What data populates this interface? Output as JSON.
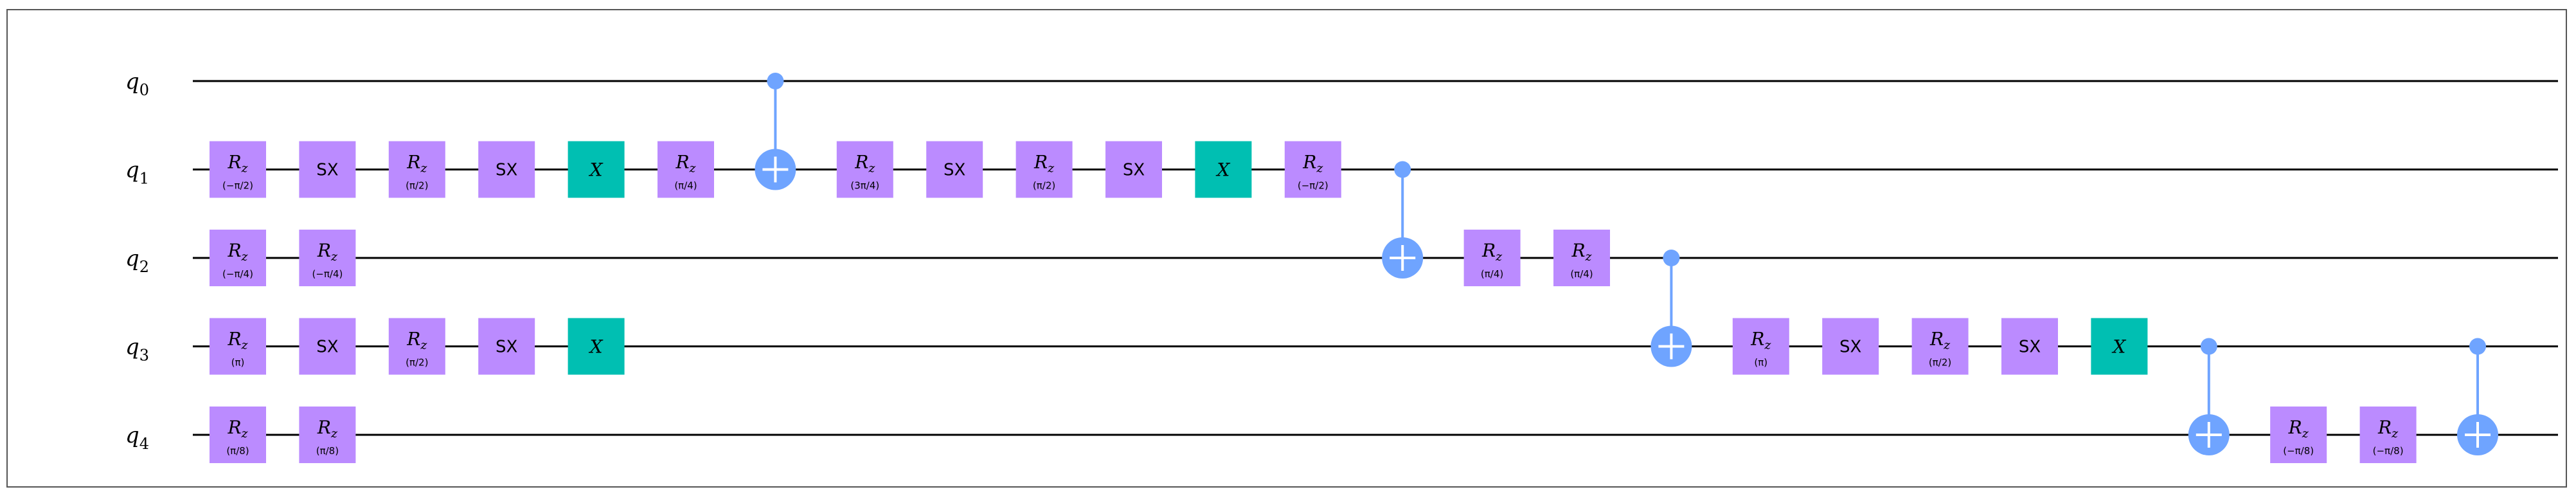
{
  "colors": {
    "rz": "#bb8bff",
    "sx": "#bb8bff",
    "x": "#00bfb2",
    "control": "#6fa4ff",
    "wire": "#000000"
  },
  "qubits": [
    {
      "name": "q",
      "index": "0"
    },
    {
      "name": "q",
      "index": "1"
    },
    {
      "name": "q",
      "index": "2"
    },
    {
      "name": "q",
      "index": "3"
    },
    {
      "name": "q",
      "index": "4"
    }
  ],
  "gates": [
    {
      "type": "rz",
      "qubit": 1,
      "col": 0,
      "label": "R",
      "sub": "z",
      "param": "(−π/2)"
    },
    {
      "type": "sx",
      "qubit": 1,
      "col": 1,
      "label": "SX"
    },
    {
      "type": "rz",
      "qubit": 1,
      "col": 2,
      "label": "R",
      "sub": "z",
      "param": "(π/2)"
    },
    {
      "type": "sx",
      "qubit": 1,
      "col": 3,
      "label": "SX"
    },
    {
      "type": "x",
      "qubit": 1,
      "col": 4,
      "label": "X"
    },
    {
      "type": "rz",
      "qubit": 1,
      "col": 5,
      "label": "R",
      "sub": "z",
      "param": "(π/4)"
    },
    {
      "type": "cx",
      "control": 0,
      "target": 1,
      "col": 6
    },
    {
      "type": "rz",
      "qubit": 1,
      "col": 7,
      "label": "R",
      "sub": "z",
      "param": "(3π/4)"
    },
    {
      "type": "sx",
      "qubit": 1,
      "col": 8,
      "label": "SX"
    },
    {
      "type": "rz",
      "qubit": 1,
      "col": 9,
      "label": "R",
      "sub": "z",
      "param": "(π/2)"
    },
    {
      "type": "sx",
      "qubit": 1,
      "col": 10,
      "label": "SX"
    },
    {
      "type": "x",
      "qubit": 1,
      "col": 11,
      "label": "X"
    },
    {
      "type": "rz",
      "qubit": 1,
      "col": 12,
      "label": "R",
      "sub": "z",
      "param": "(−π/2)"
    },
    {
      "type": "rz",
      "qubit": 2,
      "col": 0,
      "label": "R",
      "sub": "z",
      "param": "(−π/4)"
    },
    {
      "type": "rz",
      "qubit": 2,
      "col": 1,
      "label": "R",
      "sub": "z",
      "param": "(−π/4)"
    },
    {
      "type": "cx",
      "control": 1,
      "target": 2,
      "col": 13
    },
    {
      "type": "rz",
      "qubit": 2,
      "col": 14,
      "label": "R",
      "sub": "z",
      "param": "(π/4)"
    },
    {
      "type": "rz",
      "qubit": 2,
      "col": 15,
      "label": "R",
      "sub": "z",
      "param": "(π/4)"
    },
    {
      "type": "rz",
      "qubit": 3,
      "col": 0,
      "label": "R",
      "sub": "z",
      "param": "(π)"
    },
    {
      "type": "sx",
      "qubit": 3,
      "col": 1,
      "label": "SX"
    },
    {
      "type": "rz",
      "qubit": 3,
      "col": 2,
      "label": "R",
      "sub": "z",
      "param": "(π/2)"
    },
    {
      "type": "sx",
      "qubit": 3,
      "col": 3,
      "label": "SX"
    },
    {
      "type": "x",
      "qubit": 3,
      "col": 4,
      "label": "X"
    },
    {
      "type": "cx",
      "control": 2,
      "target": 3,
      "col": 16
    },
    {
      "type": "rz",
      "qubit": 3,
      "col": 17,
      "label": "R",
      "sub": "z",
      "param": "(π)"
    },
    {
      "type": "sx",
      "qubit": 3,
      "col": 18,
      "label": "SX"
    },
    {
      "type": "rz",
      "qubit": 3,
      "col": 19,
      "label": "R",
      "sub": "z",
      "param": "(π/2)"
    },
    {
      "type": "sx",
      "qubit": 3,
      "col": 20,
      "label": "SX"
    },
    {
      "type": "x",
      "qubit": 3,
      "col": 21,
      "label": "X"
    },
    {
      "type": "rz",
      "qubit": 4,
      "col": 0,
      "label": "R",
      "sub": "z",
      "param": "(π/8)"
    },
    {
      "type": "rz",
      "qubit": 4,
      "col": 1,
      "label": "R",
      "sub": "z",
      "param": "(π/8)"
    },
    {
      "type": "cx",
      "control": 3,
      "target": 4,
      "col": 22
    },
    {
      "type": "rz",
      "qubit": 4,
      "col": 23,
      "label": "R",
      "sub": "z",
      "param": "(−π/8)"
    },
    {
      "type": "rz",
      "qubit": 4,
      "col": 24,
      "label": "R",
      "sub": "z",
      "param": "(−π/8)"
    },
    {
      "type": "cx",
      "control": 3,
      "target": 4,
      "col": 25
    }
  ]
}
